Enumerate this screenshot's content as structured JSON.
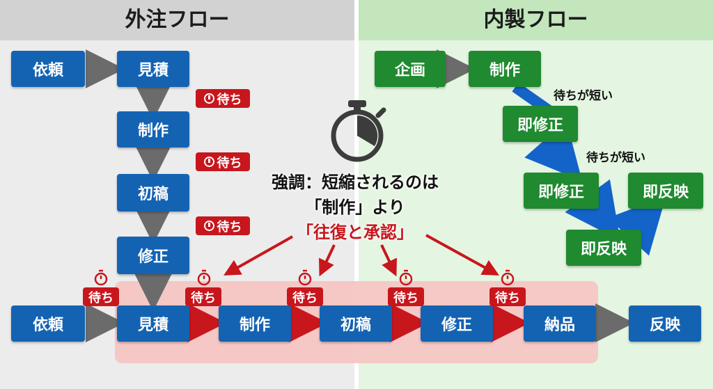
{
  "headers": {
    "outsourced": "外注フロー",
    "inhouse": "内製フロー"
  },
  "outsourced_flow": {
    "top_request": "依頼",
    "vertical_steps": [
      "見積",
      "制作",
      "初稿",
      "修正"
    ],
    "wait_label": "待ち"
  },
  "bottom_flow": {
    "steps": [
      "依頼",
      "見積",
      "制作",
      "初稿",
      "修正",
      "納品",
      "反映"
    ],
    "wait_label": "待ち"
  },
  "inhouse_flow": {
    "steps": [
      "企画",
      "制作",
      "即修正",
      "即修正",
      "即反映",
      "即反映"
    ],
    "short_wait_label": "待ちが短い"
  },
  "callout": {
    "line1": "強調：短縮されるのは",
    "line2": "「制作」より",
    "line3": "「往復と承認」"
  },
  "colors": {
    "blue": "#1463b3",
    "green": "#1f8a2f",
    "red": "#c8161d",
    "pink_zone": "#f5c6c3"
  },
  "icons": [
    "stopwatch-icon",
    "timer-icon",
    "arrow-right-icon",
    "arrow-down-icon"
  ]
}
